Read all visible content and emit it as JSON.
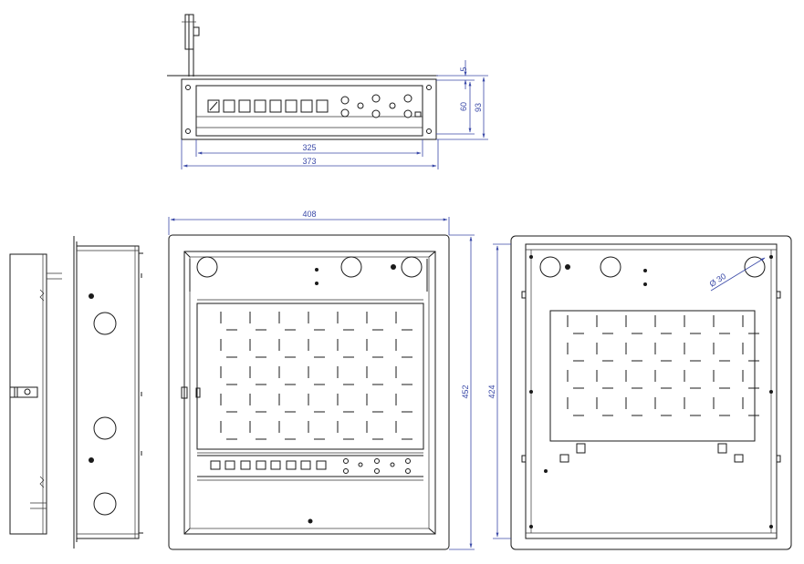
{
  "dimensions": {
    "top_offset": "5",
    "top_inner_height": "60",
    "top_height": "93",
    "top_inner_width": "325",
    "top_width": "373",
    "front_width": "408",
    "front_height": "452",
    "back_height": "424",
    "hole_diameter": "Ø 30"
  },
  "colors": {
    "line": "#1a1a1a",
    "dimension": "#3b4aa8"
  }
}
